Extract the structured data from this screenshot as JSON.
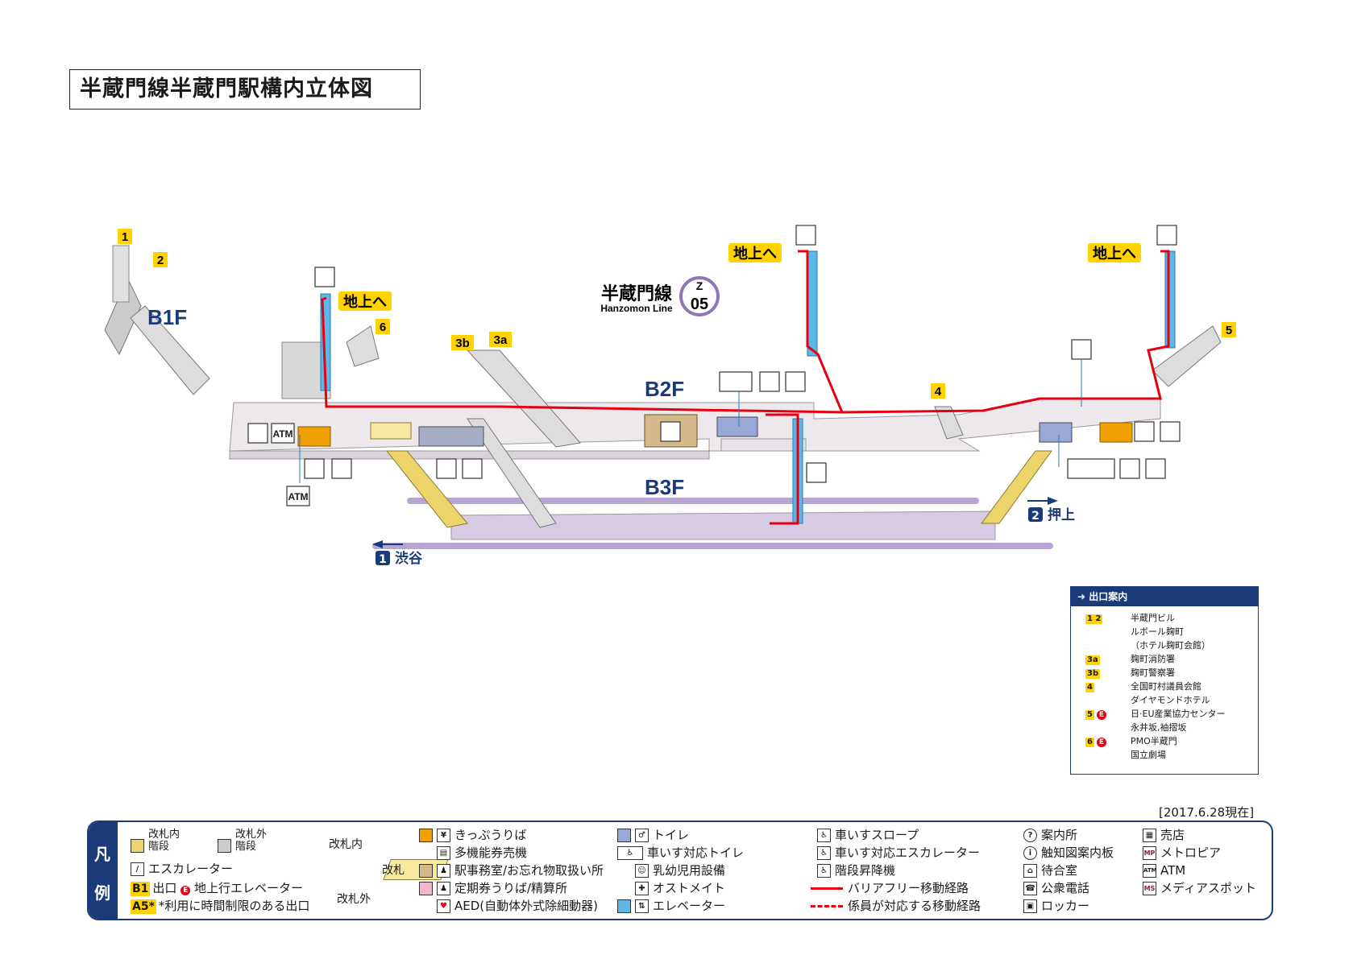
{
  "title": "半蔵門線半蔵門駅構内立体図",
  "line": {
    "name_ja": "半蔵門線",
    "name_en": "Hanzomon Line",
    "letter": "Z",
    "number": "05",
    "color": "#8f76b6"
  },
  "floors": {
    "b1": "B1F",
    "b2": "B2F",
    "b3": "B3F"
  },
  "exit_tags": {
    "e1": "1",
    "e2": "2",
    "e3a": "3a",
    "e3b": "3b",
    "e4": "4",
    "e5": "5",
    "e6": "6"
  },
  "to_ground": "地上へ",
  "atm": "ATM",
  "directions": {
    "left_num": "1",
    "left": "渋谷",
    "right_num": "2",
    "right": "押上"
  },
  "exit_guide": {
    "title": "出口案内",
    "rows": [
      {
        "nums": "1 2",
        "name": "半蔵門ビル"
      },
      {
        "nums": "",
        "name": "ルボール麹町"
      },
      {
        "nums": "",
        "name": "（ホテル麹町会館）"
      },
      {
        "nums": "3a",
        "name": "麹町消防署"
      },
      {
        "nums": "3b",
        "name": "麹町警察署"
      },
      {
        "nums": "4",
        "name": "全国町村議員会館"
      },
      {
        "nums": "",
        "name": "ダイヤモンドホテル"
      },
      {
        "nums": "5",
        "name": "日·EU産業協力センター",
        "elevator": "E"
      },
      {
        "nums": "",
        "name": "永井坂,袖摺坂"
      },
      {
        "nums": "6",
        "name": "PMO半蔵門",
        "elevator": "E"
      },
      {
        "nums": "",
        "name": "国立劇場"
      }
    ]
  },
  "date": "[2017.6.28現在]",
  "legend": {
    "side1": "凡",
    "side2": "例",
    "stairs_in": "改札内\n階段",
    "stairs_out": "改札外\n階段",
    "escalator": "エスカレーター",
    "gate_in": "改札内",
    "gate": "改札",
    "gate_out": "改札外",
    "exit_badge": "B1",
    "exit": "出口",
    "elev_badge": "E",
    "elev_exit": "地上行エレベーター",
    "limited_badge": "A5*",
    "limited": "*利用に時間制限のある出口",
    "ticket": "きっぷうりば",
    "multi": "多機能券売機",
    "office": "駅事務室/お忘れ物取扱い所",
    "pass": "定期券うりば/精算所",
    "aed": "AED(自動体外式除細動器)",
    "toilet": "トイレ",
    "wc_toilet": "車いす対応トイレ",
    "baby": "乳幼児用設備",
    "ostomate": "オストメイト",
    "elevator": "エレベーター",
    "slope": "車いすスロープ",
    "wc_escalator": "車いす対応エスカレーター",
    "stair_lift": "階段昇降機",
    "bf_route": "バリアフリー移動経路",
    "staff_route": "係員が対応する移動経路",
    "info": "案内所",
    "tactile": "触知図案内板",
    "waiting": "待合室",
    "phone": "公衆電話",
    "locker": "ロッカー",
    "shop": "売店",
    "metropia": "メトロピア",
    "atm": "ATM",
    "media": "メディアスポット"
  },
  "colors": {
    "route": "#e60012",
    "elevator": "#5bb8e8",
    "platform": "#d6cbe3",
    "concourse": "#ece8ec",
    "navy": "#1a3a7a",
    "badge": "#ffd200",
    "ticket": "#f0a000",
    "office": "#d4b98a"
  }
}
